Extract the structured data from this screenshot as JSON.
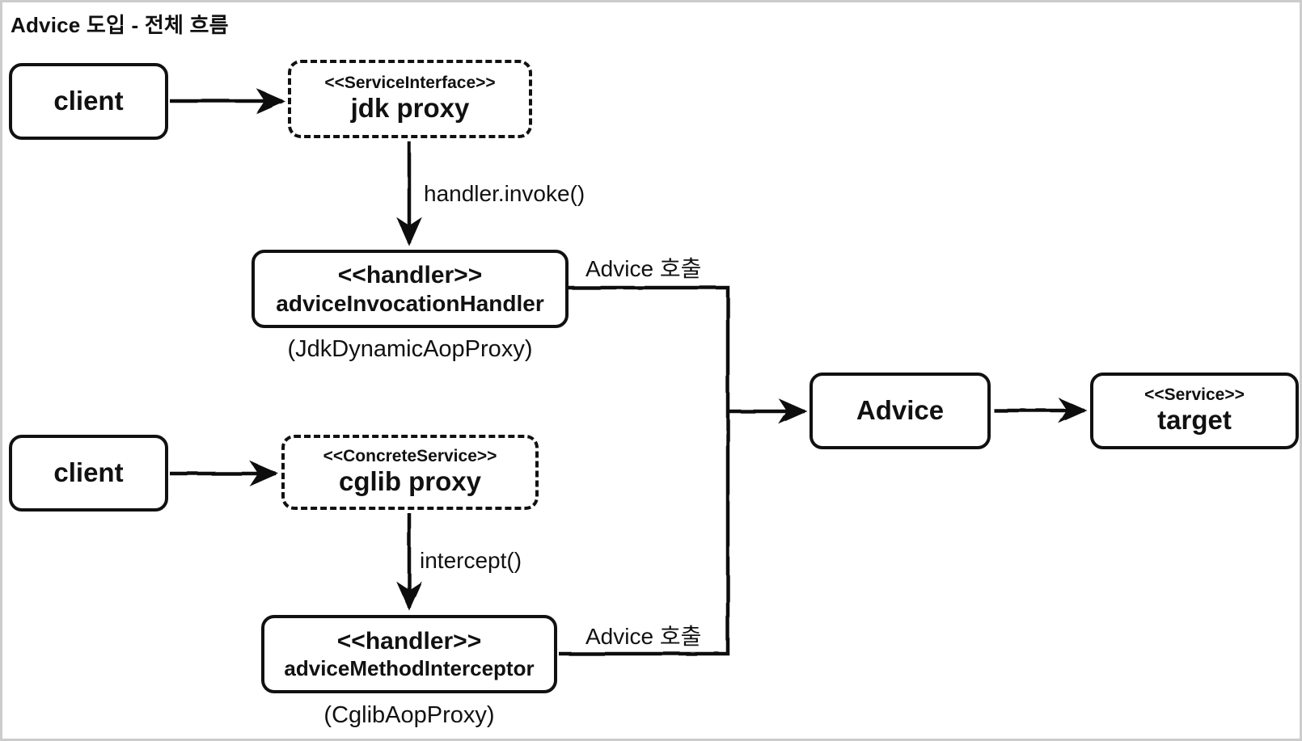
{
  "title": "Advice 도입 - 전체 흐름",
  "nodes": {
    "client_top": {
      "label": "client"
    },
    "jdk_proxy": {
      "stereotype": "<<ServiceInterface>>",
      "label": "jdk proxy"
    },
    "advice_invocation_handler": {
      "stereotype": "<<handler>>",
      "label": "adviceInvocationHandler",
      "caption": "(JdkDynamicAopProxy)"
    },
    "advice": {
      "label": "Advice"
    },
    "target": {
      "stereotype": "<<Service>>",
      "label": "target"
    },
    "client_bottom": {
      "label": "client"
    },
    "cglib_proxy": {
      "stereotype": "<<ConcreteService>>",
      "label": "cglib proxy"
    },
    "advice_method_interceptor": {
      "stereotype": "<<handler>>",
      "label": "adviceMethodInterceptor",
      "caption": "(CglibAopProxy)"
    }
  },
  "edge_labels": {
    "handler_invoke": "handler.invoke()",
    "intercept": "intercept()",
    "advice_call_top": "Advice 호출",
    "advice_call_bottom": "Advice 호출"
  },
  "colors": {
    "stroke": "#111111",
    "background": "#ffffff",
    "frame_border": "#cccccc"
  }
}
